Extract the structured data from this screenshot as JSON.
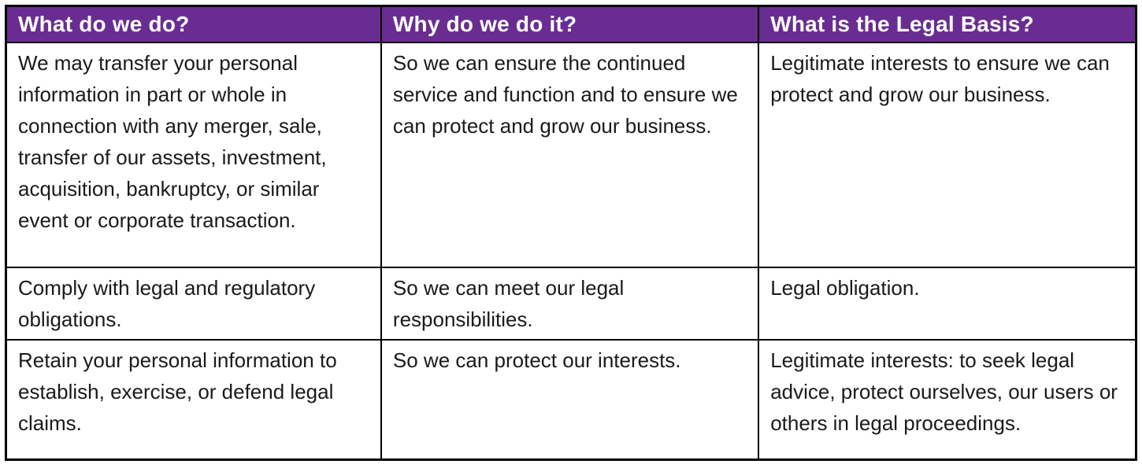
{
  "colors": {
    "header_bg": "#692D91",
    "header_text": "#FFFFFF",
    "body_text": "#1A1A1A",
    "border": "#000000"
  },
  "table": {
    "columns": [
      {
        "label": "What do we do?"
      },
      {
        "label": "Why do we do it?"
      },
      {
        "label": "What is the Legal Basis?"
      }
    ],
    "rows": [
      {
        "what": "We may transfer your personal information in part or whole in connection with any merger, sale, transfer of our assets, investment, acquisition, bankruptcy, or similar event or corporate transaction.",
        "why": "So we can ensure the continued service and function and to ensure we can protect and grow our business.",
        "legal_basis": "Legitimate interests to ensure we can protect and grow our business."
      },
      {
        "what": "Comply with legal and regulatory obligations.",
        "why": "So we can meet our legal responsibilities.",
        "legal_basis": "Legal obligation."
      },
      {
        "what": "Retain your personal information to establish, exercise, or defend legal claims.",
        "why": "So we can protect our interests.",
        "legal_basis": "Legitimate interests: to seek legal advice, protect ourselves, our users or others in legal proceedings."
      }
    ]
  }
}
